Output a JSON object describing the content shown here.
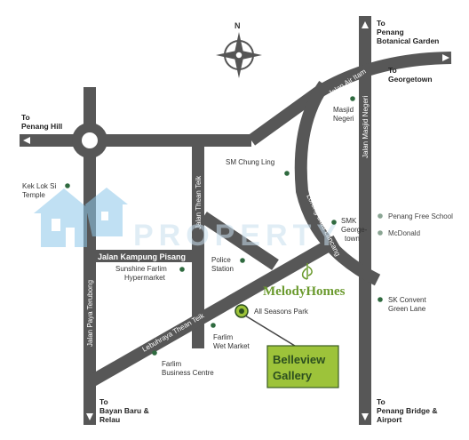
{
  "compass": {
    "north_label": "N"
  },
  "colors": {
    "road": "#575757",
    "marker": "#2f6a3f",
    "grey_marker": "#8aa593",
    "gallery_fill": "#9dc33a",
    "gallery_text": "#2c4f1f",
    "brand": "#6b9a2e"
  },
  "directions": {
    "botanical": [
      "To",
      "Penang",
      "Botanical Garden"
    ],
    "georgetown": [
      "To",
      "Georgetown"
    ],
    "penang_hill": [
      "To",
      "Penang Hill"
    ],
    "bayan_baru": [
      "To",
      "Bayan Baru &",
      "Relau"
    ],
    "penang_bridge": [
      "To",
      "Penang Bridge &",
      "Airport"
    ]
  },
  "roads": {
    "air_itam": "Jalan Air Itam",
    "masjid_negeri": "Jalan Masjid Negeri",
    "thean_teik": "Jalan Thean Teik",
    "kampung_pisang": "Jalan Kampung Pisang",
    "paya_terubong": "Jalan Paya Terubong",
    "lebuhraya": "Lebuhraya Thean Teik",
    "lorong_batu_lancang": "Lorong Batu Lancang"
  },
  "landmarks": {
    "masjid_negeri": [
      "Masjid",
      "Negeri"
    ],
    "sm_chung_ling": "SM Chung Ling",
    "kek_lok_si": [
      "Kek Lok Si",
      "Temple"
    ],
    "smk_georgetown": [
      "SMK",
      "George-",
      "town"
    ],
    "penang_free_school": "Penang Free School",
    "mcdonald": "McDonald",
    "police_station": [
      "Police",
      "Station"
    ],
    "sunshine": [
      "Sunshine Farlim",
      "Hypermarket"
    ],
    "sk_convent": [
      "SK Convent",
      "Green Lane"
    ],
    "all_seasons": "All Seasons Park",
    "farlim_wet": [
      "Farlim",
      "Wet Market"
    ],
    "farlim_business": [
      "Farlim",
      "Business Centre"
    ]
  },
  "brand": {
    "name": "MelodyHomes"
  },
  "destination": {
    "line1": "Belleview",
    "line2": "Gallery"
  },
  "watermark": {
    "text": "PROPERTY"
  }
}
